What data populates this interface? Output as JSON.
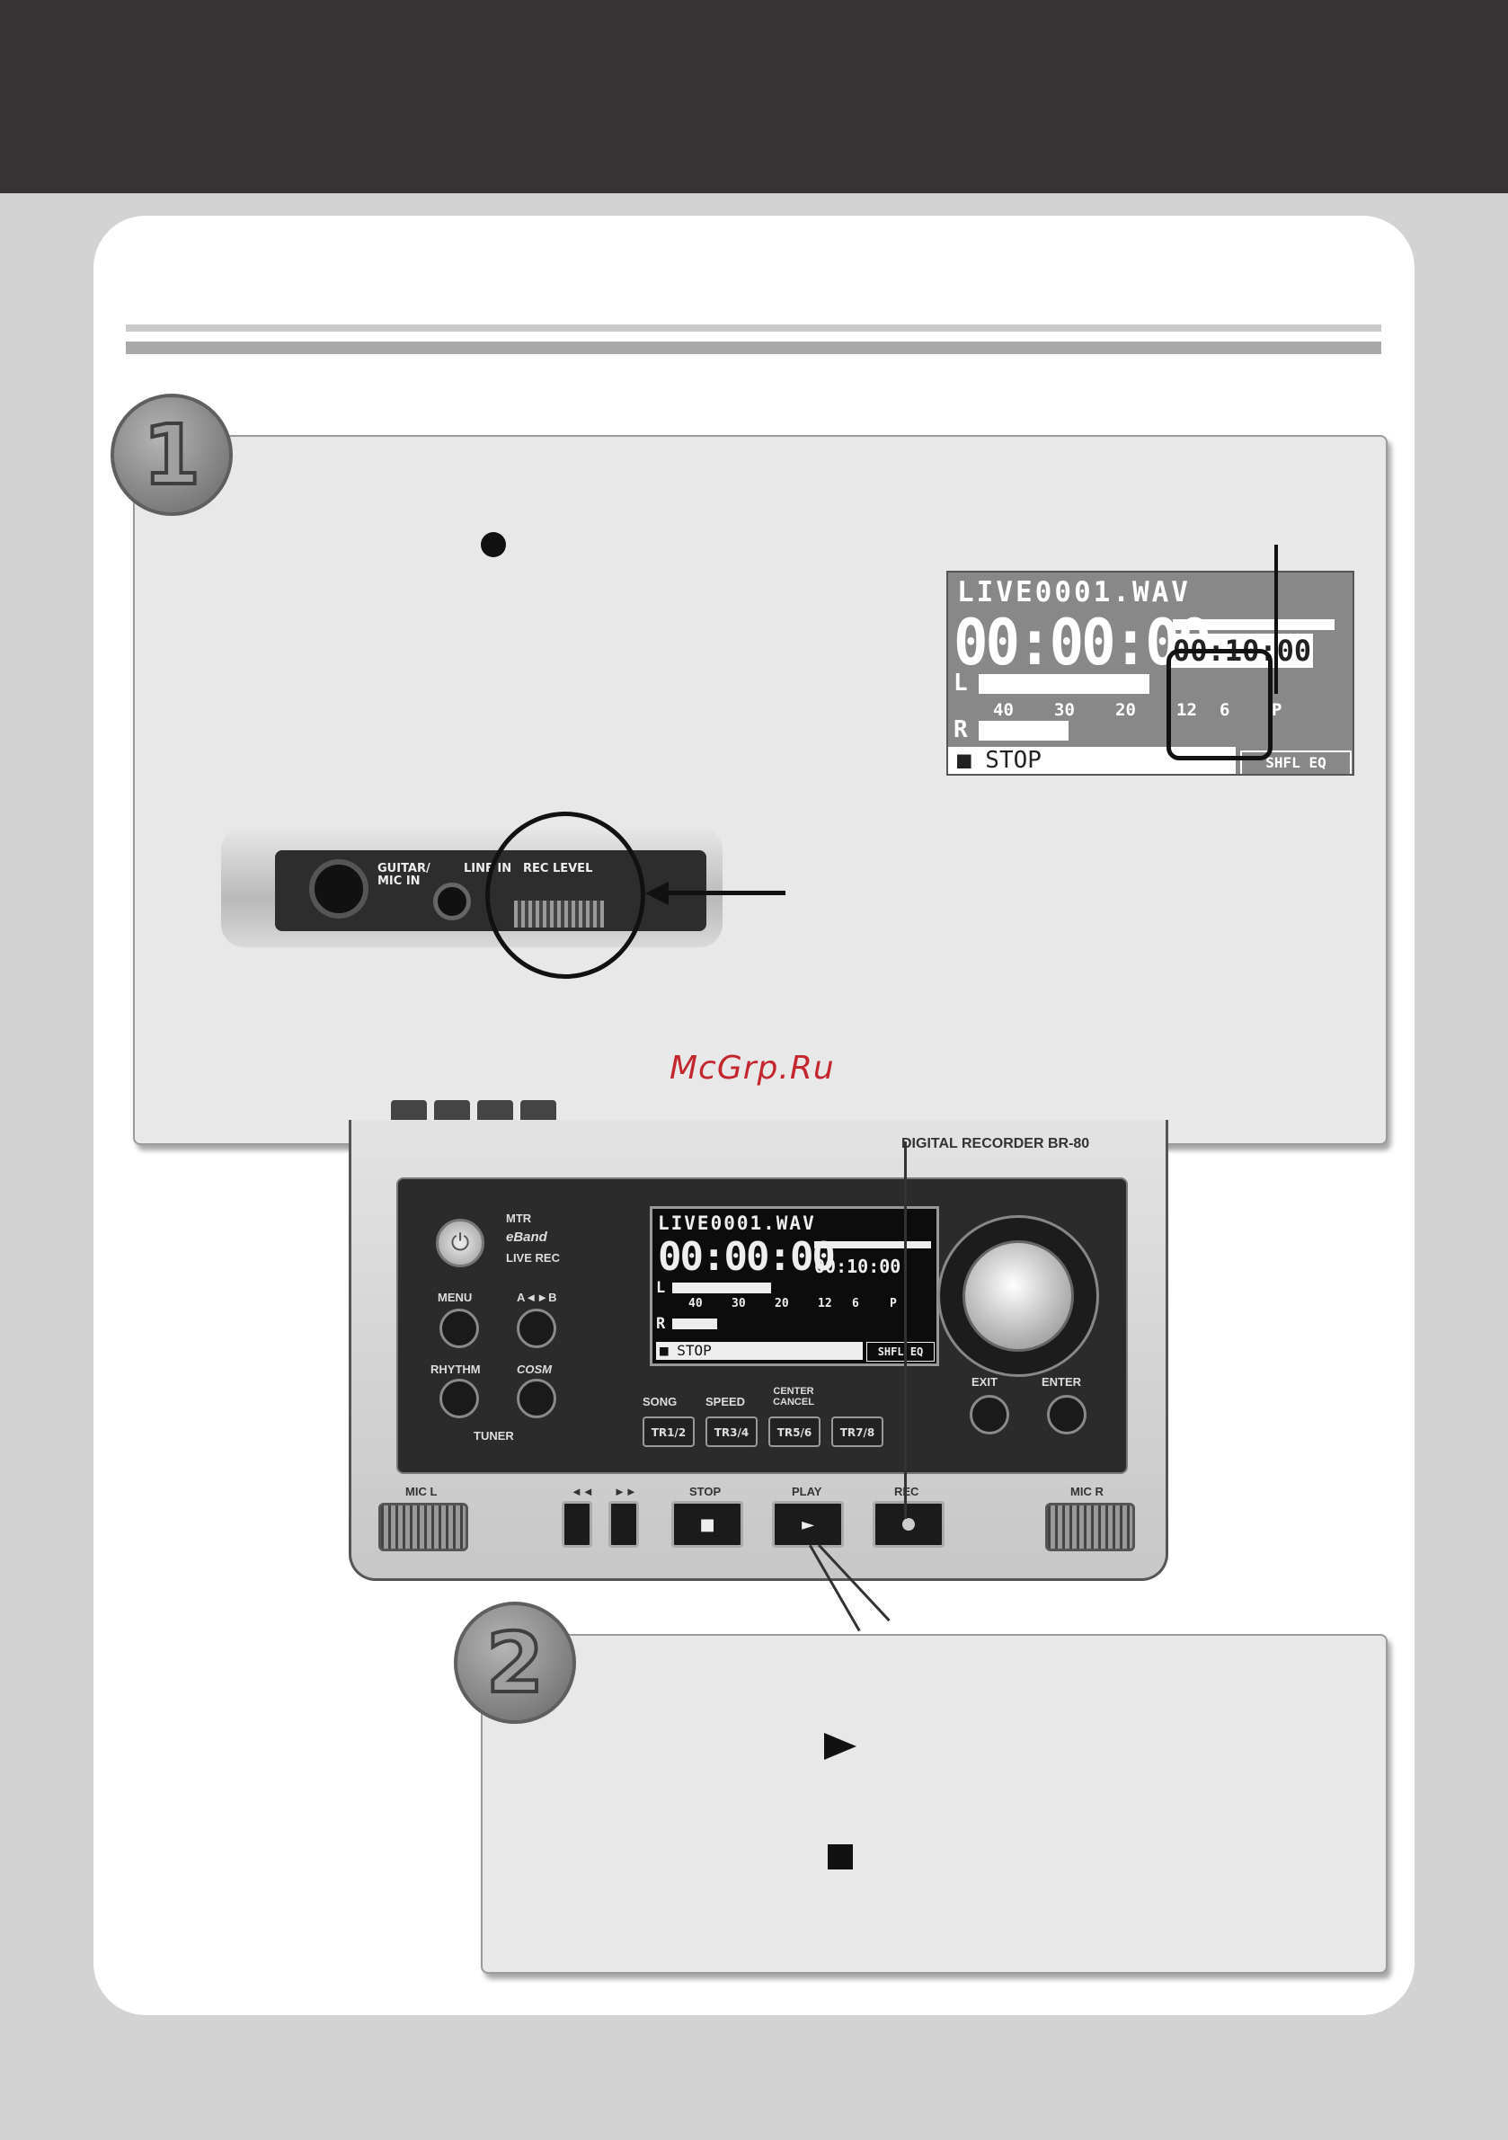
{
  "page": {
    "watermark": "McGrp.Ru",
    "step1_number": "1",
    "step2_number": "2"
  },
  "lcd": {
    "filename": "LIVE0001.WAV",
    "time": "00:00:00",
    "remain": "00:10:00",
    "ch_left": "L",
    "ch_right": "R",
    "scale": [
      "40",
      "30",
      "20",
      "12",
      "6",
      "P"
    ],
    "status": "■ STOP",
    "mode": "SHFL EQ"
  },
  "side_panel": {
    "guitar_label": "GUITAR/\nMIC IN",
    "line_label": "LINE IN",
    "rec_level_label": "REC LEVEL"
  },
  "device": {
    "model": "DIGITAL RECORDER BR-80",
    "modes": [
      "MTR",
      "eBand",
      "LIVE REC"
    ],
    "menu": "MENU",
    "ab": "A◄►B",
    "rhythm": "RHYTHM",
    "cosm": "COSM",
    "tuner": "TUNER",
    "song": "SONG",
    "speed": "SPEED",
    "center_cancel": "CENTER CANCEL",
    "tr_buttons": [
      "TR1/2",
      "TR3/4",
      "TR5/6",
      "TR7/8"
    ],
    "exit": "EXIT",
    "enter": "ENTER",
    "mic_l": "MIC L",
    "mic_r": "MIC R",
    "rew": "◄◄",
    "ff": "►►",
    "stop": "STOP",
    "play": "PLAY",
    "rec": "REC",
    "stop_glyph": "■",
    "play_glyph": "►",
    "screen_filename": "LIVE0001.WAV",
    "screen_time": "00:00:00",
    "screen_remain": "00:10:00",
    "screen_scale": [
      "40",
      "30",
      "20",
      "12",
      "6",
      "P"
    ],
    "screen_status": "■ STOP",
    "screen_mode": "SHFL EQ"
  },
  "colors": {
    "top_bar": "#383334",
    "background": "#d3d3d3",
    "watermark": "#c4262e"
  }
}
